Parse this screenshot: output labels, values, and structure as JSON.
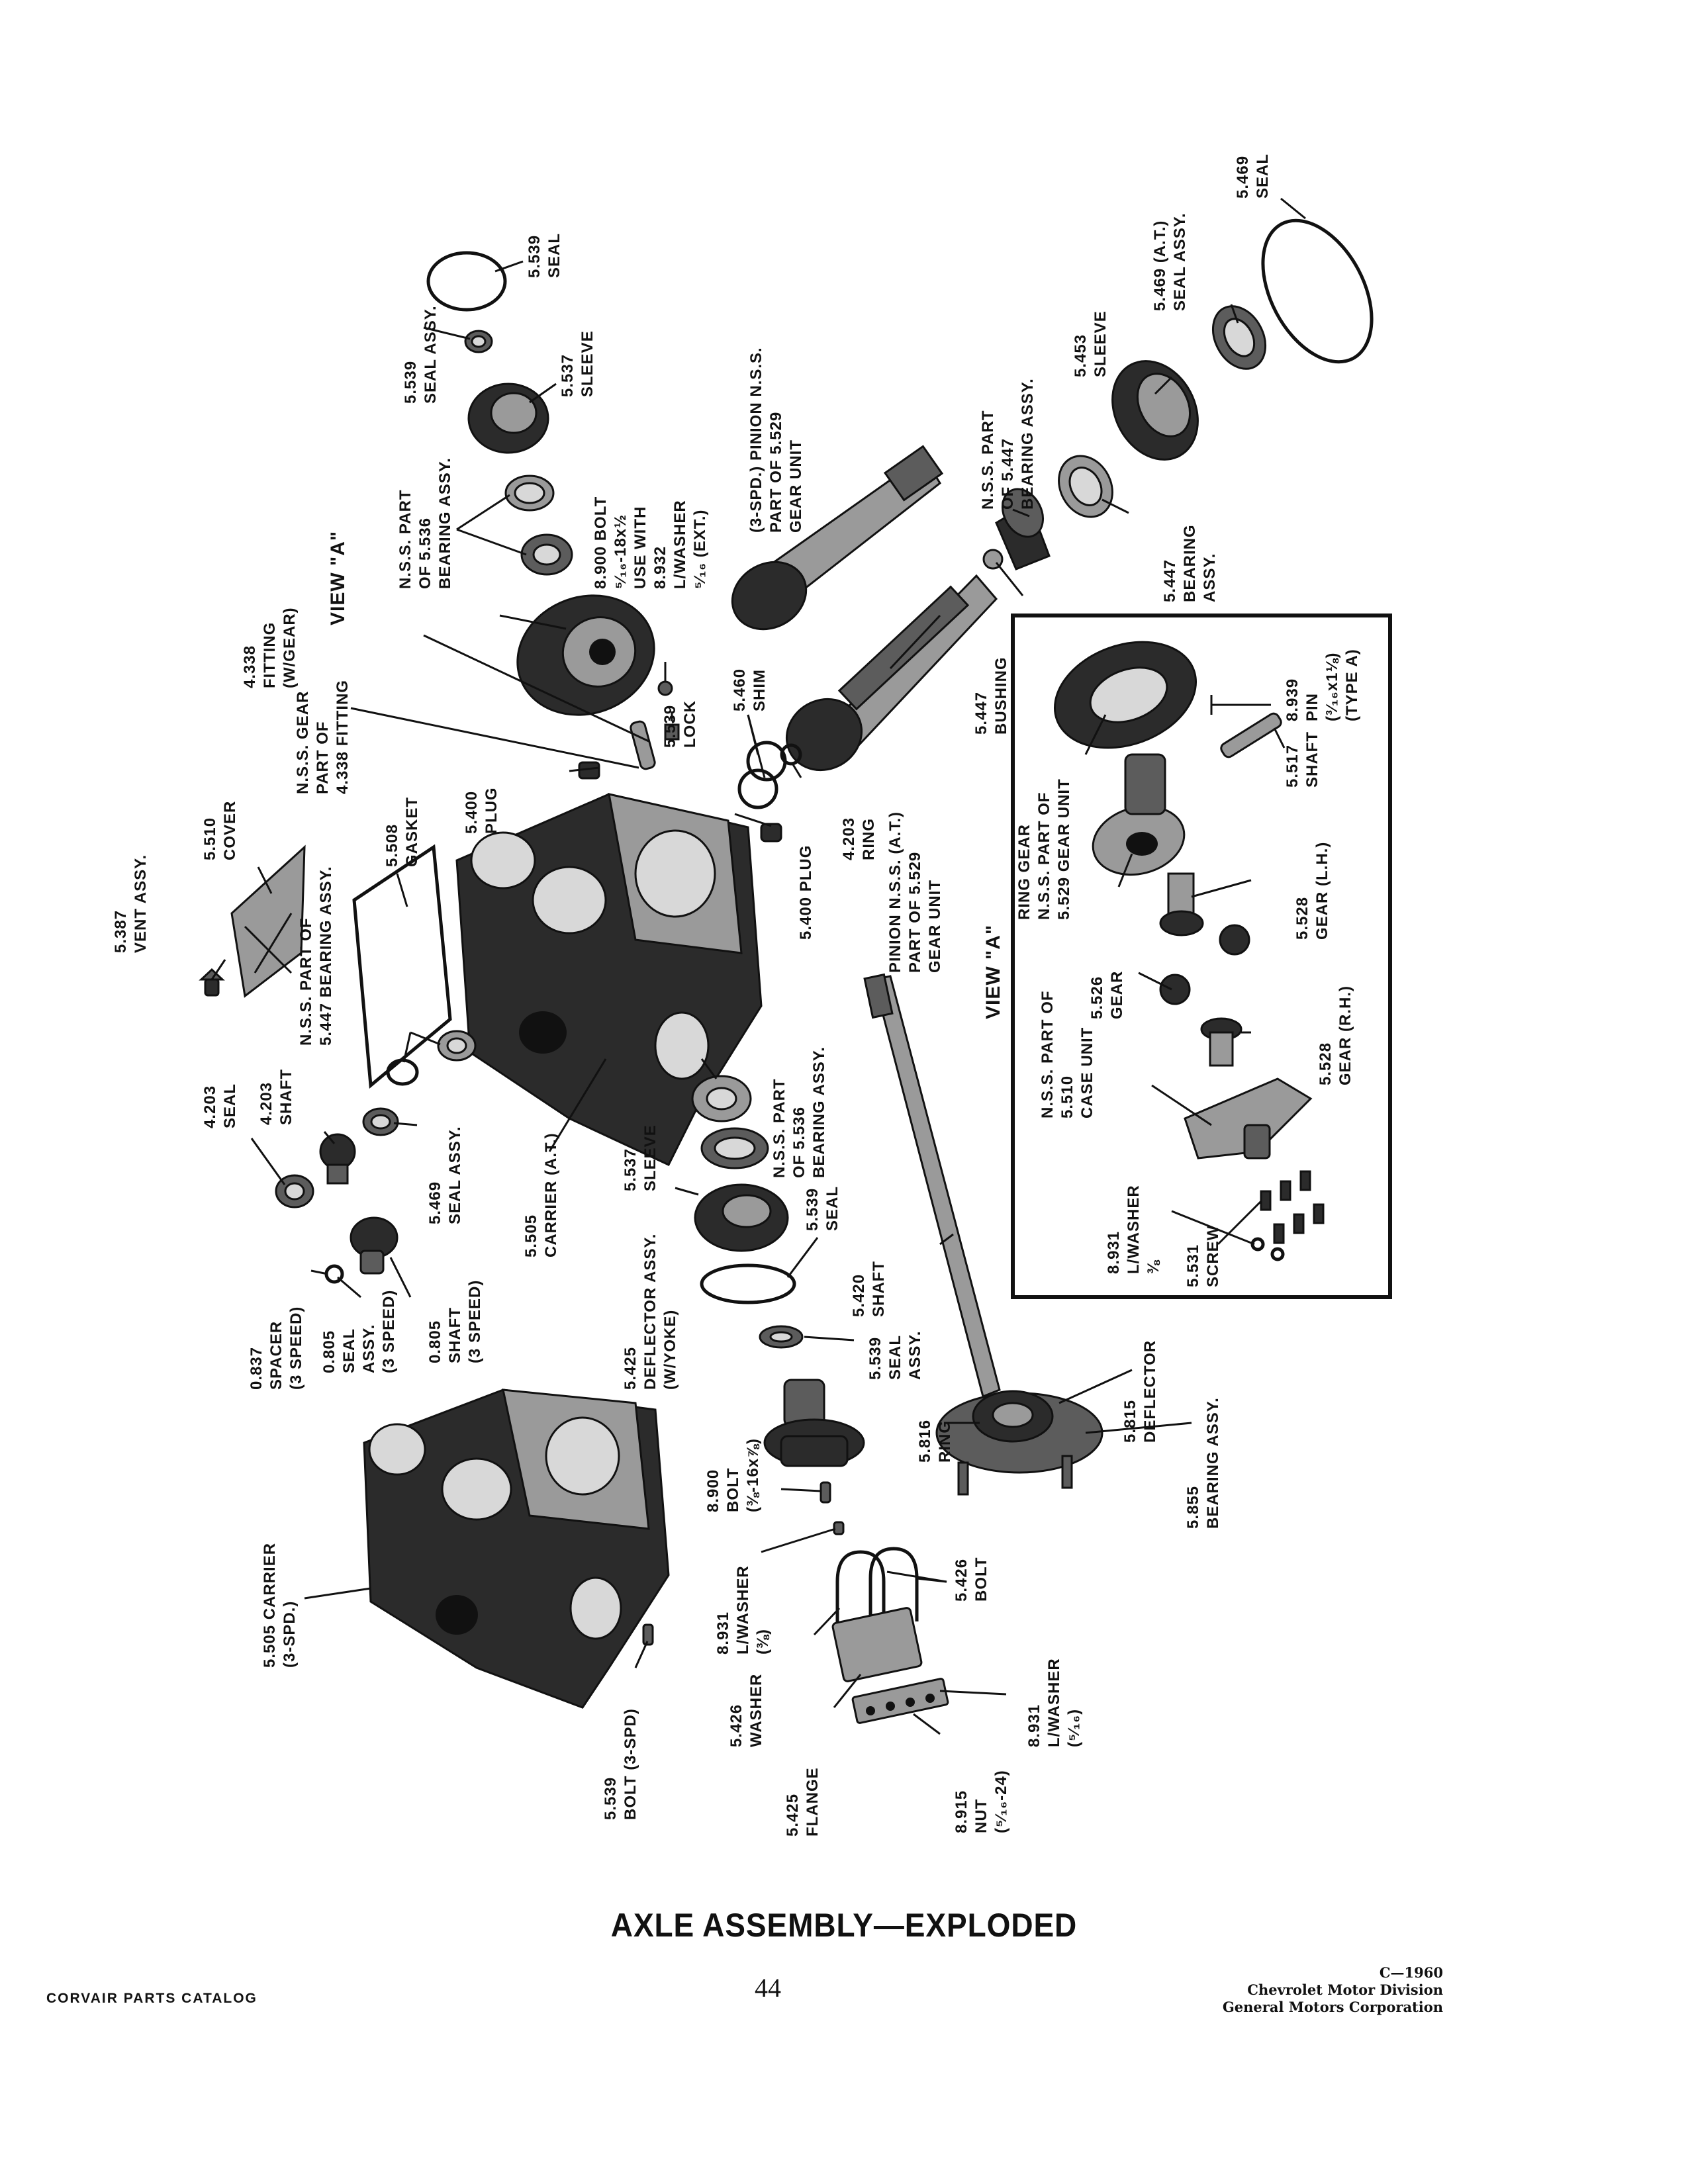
{
  "page": {
    "title": "AXLE ASSEMBLY—EXPLODED",
    "catalog_name": "CORVAIR PARTS CATALOG",
    "page_number": "44",
    "copyright": "C—1960",
    "division": "Chevrolet Motor Division",
    "corporation": "General Motors Corporation"
  },
  "labels": {
    "l01": "5.539",
    "l02": "SEAL ASSY.",
    "l03": "5.539",
    "l04": "SEAL",
    "l05": "5.537",
    "l06": "SLEEVE",
    "l07": "N.S.S. PART",
    "l08": "OF 5.536",
    "l09": "BEARING ASSY.",
    "l10": "8.900 BOLT",
    "l11": "⁵⁄₁₆-18x½",
    "l12": "USE WITH",
    "l13": "8.932",
    "l14": "L/WASHER",
    "l15": "⁵⁄₁₆ (EXT.)",
    "l16": "VIEW \"A\"",
    "l17": "4.338",
    "l18": "FITTING",
    "l19": "(W/GEAR)",
    "l20": "N.S.S. GEAR",
    "l21": "PART OF",
    "l22": "4.338 FITTING",
    "l23": "5.539",
    "l24": "LOCK",
    "l25": "5.460",
    "l26": "SHIM",
    "l27": "(3-SPD.) PINION N.S.S.",
    "l28": "PART OF 5.529",
    "l29": "GEAR UNIT",
    "l30": "N.S.S. PART",
    "l31": "OF 5.447",
    "l32": "BEARING ASSY.",
    "l33": "5.453",
    "l34": "SLEEVE",
    "l35": "5.469 (A.T.)",
    "l36": "SEAL ASSY.",
    "l37": "5.469",
    "l38": "SEAL",
    "l39": "5.447",
    "l40": "BEARING",
    "l41": "ASSY.",
    "l42": "5.447",
    "l43": "BUSHING",
    "l44": "5.510",
    "l45": "COVER",
    "l46": "5.387",
    "l47": "VENT ASSY.",
    "l48": "5.508",
    "l49": "GASKET",
    "l50": "5.400",
    "l51": "PLUG",
    "l52": "5.400 PLUG",
    "l53": "4.203",
    "l54": "RING",
    "l55": "PINION N.S.S. (A.T.)",
    "l56": "PART OF 5.529",
    "l57": "GEAR UNIT",
    "l58": "N.S.S. PART OF",
    "l59": "5.447 BEARING ASSY.",
    "l60": "4.203",
    "l61": "SHAFT",
    "l62": "4.203",
    "l63": "SEAL",
    "l64": "5.469",
    "l65": "SEAL ASSY.",
    "l66": "5.505",
    "l67": "CARRIER (A.T.)",
    "l68": "5.537",
    "l69": "SLEEVE",
    "l70": "N.S.S. PART",
    "l71": "OF 5.536",
    "l72": "BEARING ASSY.",
    "l73": "5.539",
    "l74": "SEAL",
    "l75": "RING GEAR",
    "l76": "N.S.S. PART OF",
    "l77": "5.529 GEAR UNIT",
    "l78": "5.517",
    "l79": "SHAFT",
    "l80": "8.939",
    "l81": "PIN",
    "l82": "(³⁄₁₆x1⅛)",
    "l83": "(TYPE A)",
    "l84": "VIEW \"A\"",
    "l85": "5.528",
    "l86": "GEAR (L.H.)",
    "l87": "5.526",
    "l88": "GEAR",
    "l89": "N.S.S. PART OF",
    "l90": "5.510",
    "l91": "CASE UNIT",
    "l92": "5.528",
    "l93": "GEAR (R.H.)",
    "l94": "8.931",
    "l95": "L/WASHER",
    "l96": "⅜",
    "l97": "5.531",
    "l98": "SCREW",
    "l99": "0.837",
    "l100": "SPACER",
    "l101": "(3 SPEED)",
    "l102": "0.805",
    "l103": "SEAL",
    "l104": "ASSY.",
    "l105": "(3 SPEED)",
    "l106": "0.805",
    "l107": "SHAFT",
    "l108": "(3 SPEED)",
    "l109": "5.425",
    "l110": "DEFLECTOR ASSY.",
    "l111": "(W/YOKE)",
    "l112": "5.420",
    "l113": "SHAFT",
    "l114": "5.539",
    "l115": "SEAL",
    "l116": "ASSY.",
    "l117": "5.815",
    "l118": "DEFLECTOR",
    "l119": "8.900",
    "l120": "BOLT",
    "l121": "(⅜-16x⅞)",
    "l122": "5.816",
    "l123": "RING",
    "l124": "5.855",
    "l125": "BEARING ASSY.",
    "l126": "5.505 CARRIER",
    "l127": "(3-SPD.)",
    "l128": "8.931",
    "l129": "L/WASHER",
    "l130": "(⅜)",
    "l131": "5.426",
    "l132": "BOLT",
    "l133": "5.426",
    "l134": "WASHER",
    "l135": "8.931",
    "l136": "L/WASHER",
    "l137": "(⁵⁄₁₆)",
    "l138": "5.539",
    "l139": "BOLT (3-SPD)",
    "l140": "5.425",
    "l141": "FLANGE",
    "l142": "8.915",
    "l143": "NUT",
    "l144": "(⁵⁄₁₆-24)"
  }
}
